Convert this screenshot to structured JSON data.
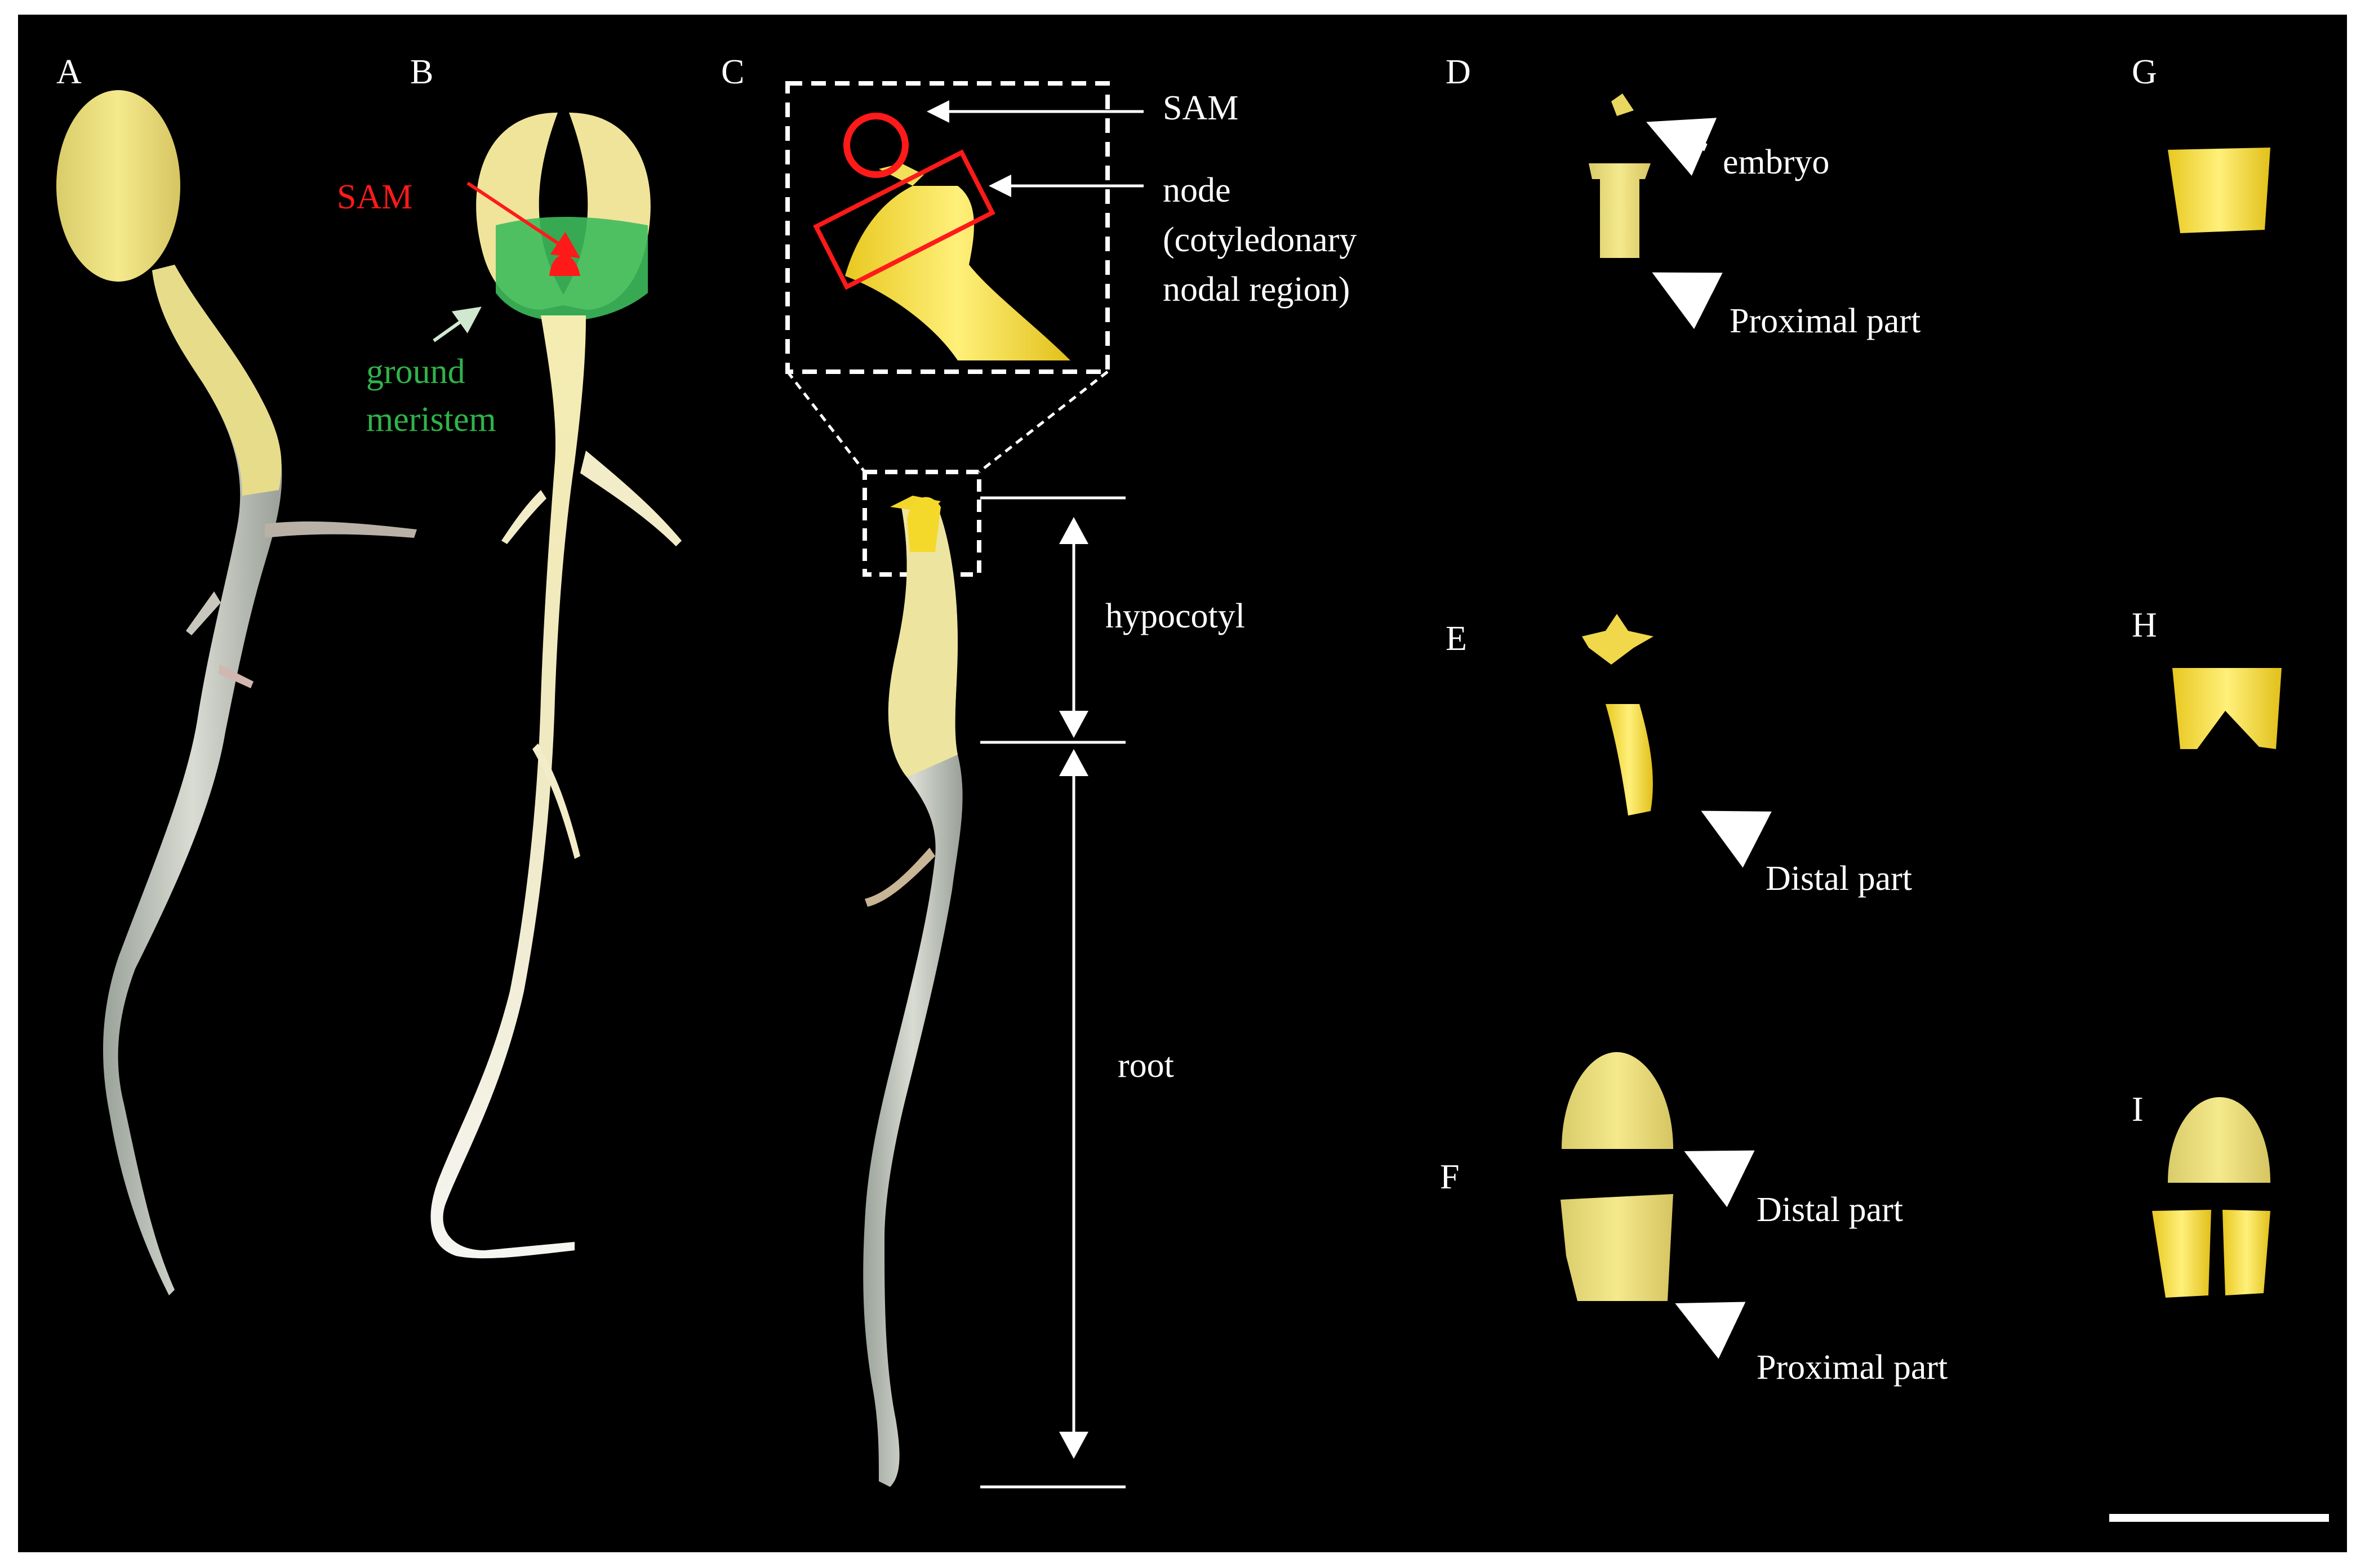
{
  "colors": {
    "background": "#000000",
    "frame": "#ffffff",
    "label": "#ffffff",
    "sam_highlight": "#ff1a1a",
    "ground_meristem": "#2fb34a",
    "tissue_yellow": "#f2e27a",
    "tissue_bright": "#f5d92a",
    "tissue_pale": "#e6e2c8"
  },
  "panels": {
    "a": {
      "letter": "A"
    },
    "b": {
      "letter": "B",
      "sam_label": "SAM",
      "ground_label_line1": "ground",
      "ground_label_line2": "meristem"
    },
    "c": {
      "letter": "C",
      "sam_label": "SAM",
      "node_label_line1": "node",
      "node_label_line2": "(cotyledonary",
      "node_label_line3": "nodal region)",
      "hypocotyl_label": "hypocotyl",
      "root_label": "root"
    },
    "d": {
      "letter": "D",
      "embryo_label": "embryo",
      "proximal_label": "Proximal  part"
    },
    "e": {
      "letter": "E",
      "distal_label": "Distal part"
    },
    "f": {
      "letter": "F",
      "distal_label": "Distal part",
      "proximal_label": "Proximal  part"
    },
    "g": {
      "letter": "G"
    },
    "h": {
      "letter": "H"
    },
    "i": {
      "letter": "I"
    }
  },
  "icons": [
    "white-arrow-icon",
    "red-arrow-icon",
    "green-arrow-icon",
    "double-arrow-icon"
  ]
}
